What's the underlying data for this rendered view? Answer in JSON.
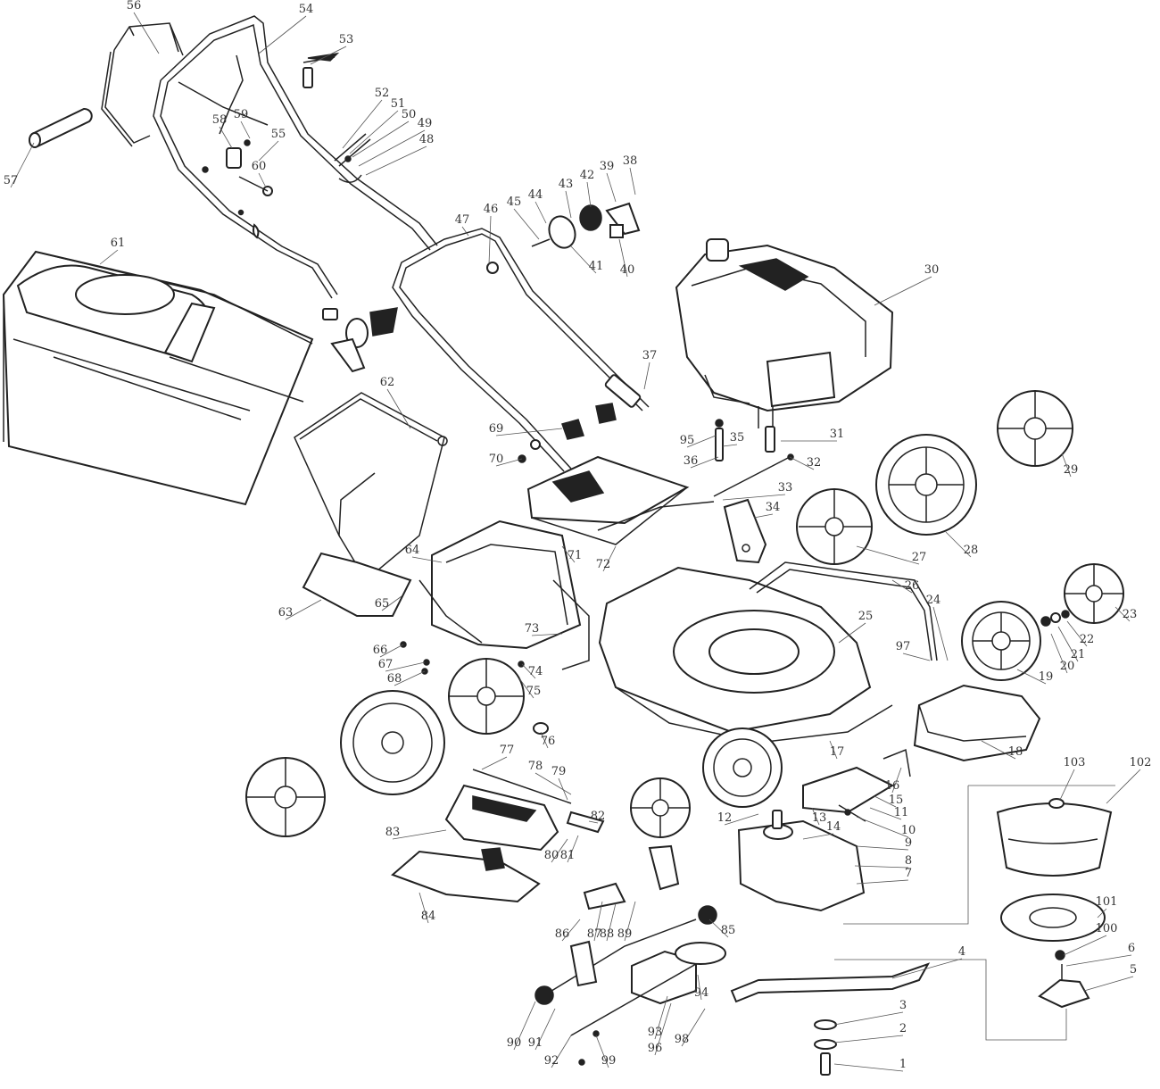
{
  "callouts": [
    {
      "id": "c1",
      "label": "1"
    },
    {
      "id": "c2",
      "label": "2"
    },
    {
      "id": "c3",
      "label": "3"
    },
    {
      "id": "c4",
      "label": "4"
    },
    {
      "id": "c5",
      "label": "5"
    },
    {
      "id": "c6",
      "label": "6"
    },
    {
      "id": "c7",
      "label": "7"
    },
    {
      "id": "c8",
      "label": "8"
    },
    {
      "id": "c9",
      "label": "9"
    },
    {
      "id": "c10",
      "label": "10"
    },
    {
      "id": "c11",
      "label": "11"
    },
    {
      "id": "c12",
      "label": "12"
    },
    {
      "id": "c13",
      "label": "13"
    },
    {
      "id": "c14",
      "label": "14"
    },
    {
      "id": "c15",
      "label": "15"
    },
    {
      "id": "c16",
      "label": "16"
    },
    {
      "id": "c17",
      "label": "17"
    },
    {
      "id": "c18",
      "label": "18"
    },
    {
      "id": "c19",
      "label": "19"
    },
    {
      "id": "c20",
      "label": "20"
    },
    {
      "id": "c21",
      "label": "21"
    },
    {
      "id": "c22",
      "label": "22"
    },
    {
      "id": "c23",
      "label": "23"
    },
    {
      "id": "c24",
      "label": "24"
    },
    {
      "id": "c25",
      "label": "25"
    },
    {
      "id": "c26",
      "label": "26"
    },
    {
      "id": "c27",
      "label": "27"
    },
    {
      "id": "c28",
      "label": "28"
    },
    {
      "id": "c29",
      "label": "29"
    },
    {
      "id": "c30",
      "label": "30"
    },
    {
      "id": "c31",
      "label": "31"
    },
    {
      "id": "c32",
      "label": "32"
    },
    {
      "id": "c33",
      "label": "33"
    },
    {
      "id": "c34",
      "label": "34"
    },
    {
      "id": "c35",
      "label": "35"
    },
    {
      "id": "c36",
      "label": "36"
    },
    {
      "id": "c37",
      "label": "37"
    },
    {
      "id": "c38",
      "label": "38"
    },
    {
      "id": "c39",
      "label": "39"
    },
    {
      "id": "c40",
      "label": "40"
    },
    {
      "id": "c41",
      "label": "41"
    },
    {
      "id": "c42",
      "label": "42"
    },
    {
      "id": "c43",
      "label": "43"
    },
    {
      "id": "c44",
      "label": "44"
    },
    {
      "id": "c45",
      "label": "45"
    },
    {
      "id": "c46",
      "label": "46"
    },
    {
      "id": "c47",
      "label": "47"
    },
    {
      "id": "c48",
      "label": "48"
    },
    {
      "id": "c49",
      "label": "49"
    },
    {
      "id": "c50",
      "label": "50"
    },
    {
      "id": "c51",
      "label": "51"
    },
    {
      "id": "c52",
      "label": "52"
    },
    {
      "id": "c53",
      "label": "53"
    },
    {
      "id": "c54",
      "label": "54"
    },
    {
      "id": "c55",
      "label": "55"
    },
    {
      "id": "c56",
      "label": "56"
    },
    {
      "id": "c57",
      "label": "57"
    },
    {
      "id": "c58",
      "label": "58"
    },
    {
      "id": "c59",
      "label": "59"
    },
    {
      "id": "c60",
      "label": "60"
    },
    {
      "id": "c61",
      "label": "61"
    },
    {
      "id": "c62",
      "label": "62"
    },
    {
      "id": "c63",
      "label": "63"
    },
    {
      "id": "c64",
      "label": "64"
    },
    {
      "id": "c65",
      "label": "65"
    },
    {
      "id": "c66",
      "label": "66"
    },
    {
      "id": "c67",
      "label": "67"
    },
    {
      "id": "c68",
      "label": "68"
    },
    {
      "id": "c69",
      "label": "69"
    },
    {
      "id": "c70",
      "label": "70"
    },
    {
      "id": "c71",
      "label": "71"
    },
    {
      "id": "c72",
      "label": "72"
    },
    {
      "id": "c73",
      "label": "73"
    },
    {
      "id": "c74",
      "label": "74"
    },
    {
      "id": "c75",
      "label": "75"
    },
    {
      "id": "c76",
      "label": "76"
    },
    {
      "id": "c77",
      "label": "77"
    },
    {
      "id": "c78",
      "label": "78"
    },
    {
      "id": "c79",
      "label": "79"
    },
    {
      "id": "c80",
      "label": "80"
    },
    {
      "id": "c81",
      "label": "81"
    },
    {
      "id": "c82",
      "label": "82"
    },
    {
      "id": "c83",
      "label": "83"
    },
    {
      "id": "c84",
      "label": "84"
    },
    {
      "id": "c85",
      "label": "85"
    },
    {
      "id": "c86",
      "label": "86"
    },
    {
      "id": "c87",
      "label": "87"
    },
    {
      "id": "c88",
      "label": "88"
    },
    {
      "id": "c89",
      "label": "89"
    },
    {
      "id": "c90",
      "label": "90"
    },
    {
      "id": "c91",
      "label": "91"
    },
    {
      "id": "c92",
      "label": "92"
    },
    {
      "id": "c93",
      "label": "93"
    },
    {
      "id": "c94",
      "label": "94"
    },
    {
      "id": "c95",
      "label": "95"
    },
    {
      "id": "c96",
      "label": "96"
    },
    {
      "id": "c97",
      "label": "97"
    },
    {
      "id": "c98",
      "label": "98"
    },
    {
      "id": "c99",
      "label": "99"
    },
    {
      "id": "c100",
      "label": "100"
    },
    {
      "id": "c101",
      "label": "101"
    },
    {
      "id": "c102",
      "label": "102"
    },
    {
      "id": "c103",
      "label": "103"
    }
  ]
}
